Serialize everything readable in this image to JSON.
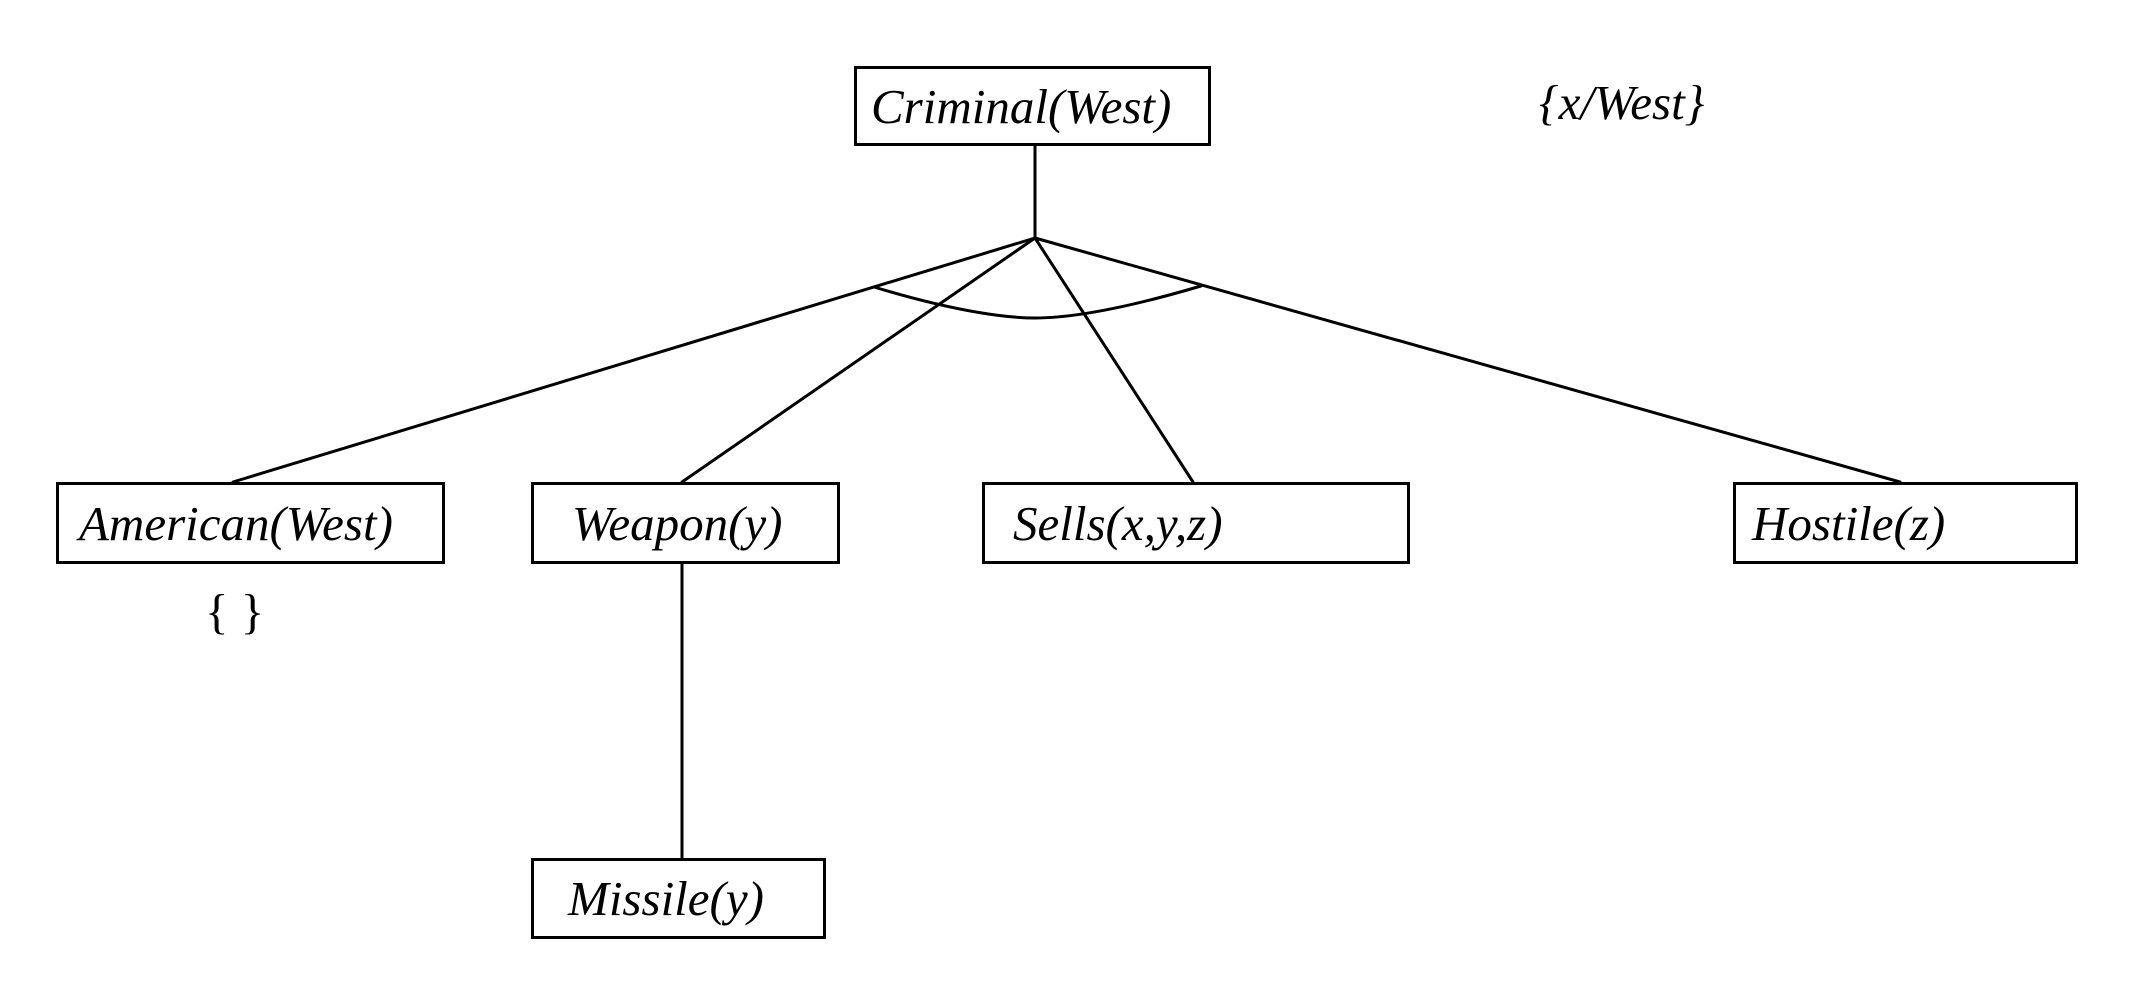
{
  "nodes": {
    "root": "Criminal(West)",
    "american": "American(West)",
    "weapon": "Weapon(y)",
    "sells": "Sells(x,y,z)",
    "hostile": "Hostile(z)",
    "missile": "Missile(y)"
  },
  "annotations": {
    "root_substitution": "{x/West}",
    "american_substitution": "{ }"
  }
}
